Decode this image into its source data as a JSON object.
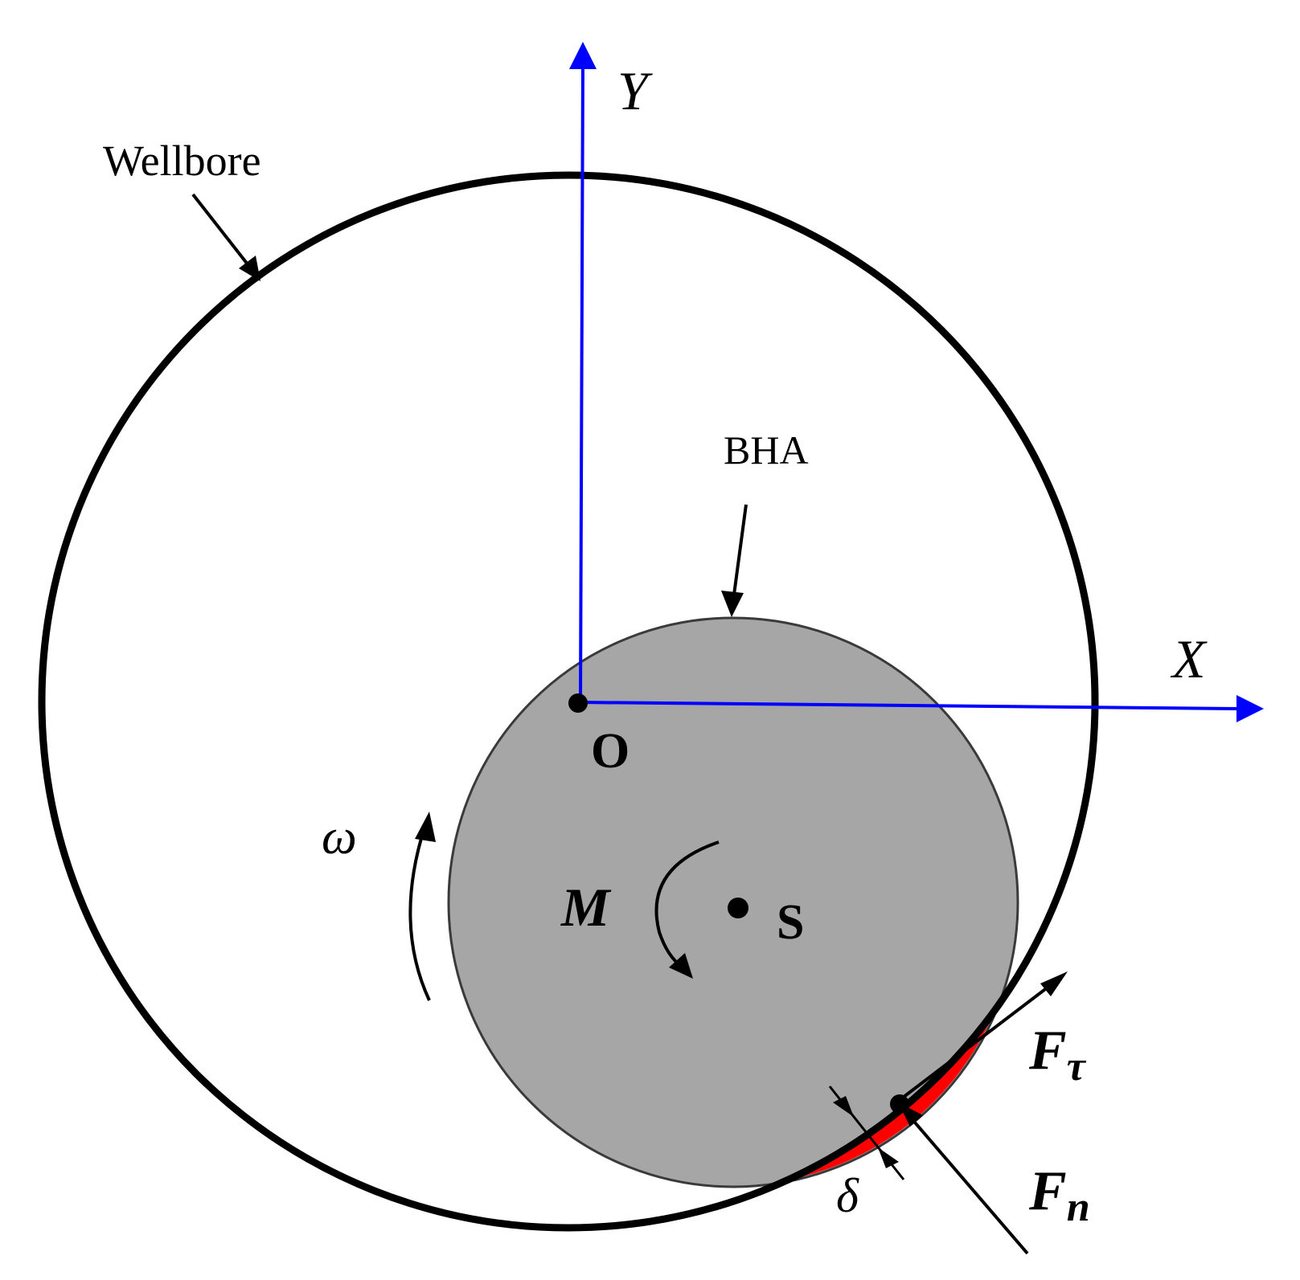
{
  "labels": {
    "wellbore": "Wellbore",
    "bha": "BHA",
    "x_axis": "X",
    "y_axis": "Y",
    "origin": "O",
    "center": "S",
    "moment": "M",
    "omega": "ω",
    "delta": "δ",
    "f_tau_main": "F",
    "f_tau_sub": "τ",
    "f_n_main": "F",
    "f_n_sub": "n"
  },
  "colors": {
    "axis": "#0000ff",
    "wellbore_stroke": "#000000",
    "bha_fill": "#a6a6a6",
    "bha_stroke": "#3a3a3a",
    "contact_zone": "#ff0000",
    "ink": "#000000"
  }
}
